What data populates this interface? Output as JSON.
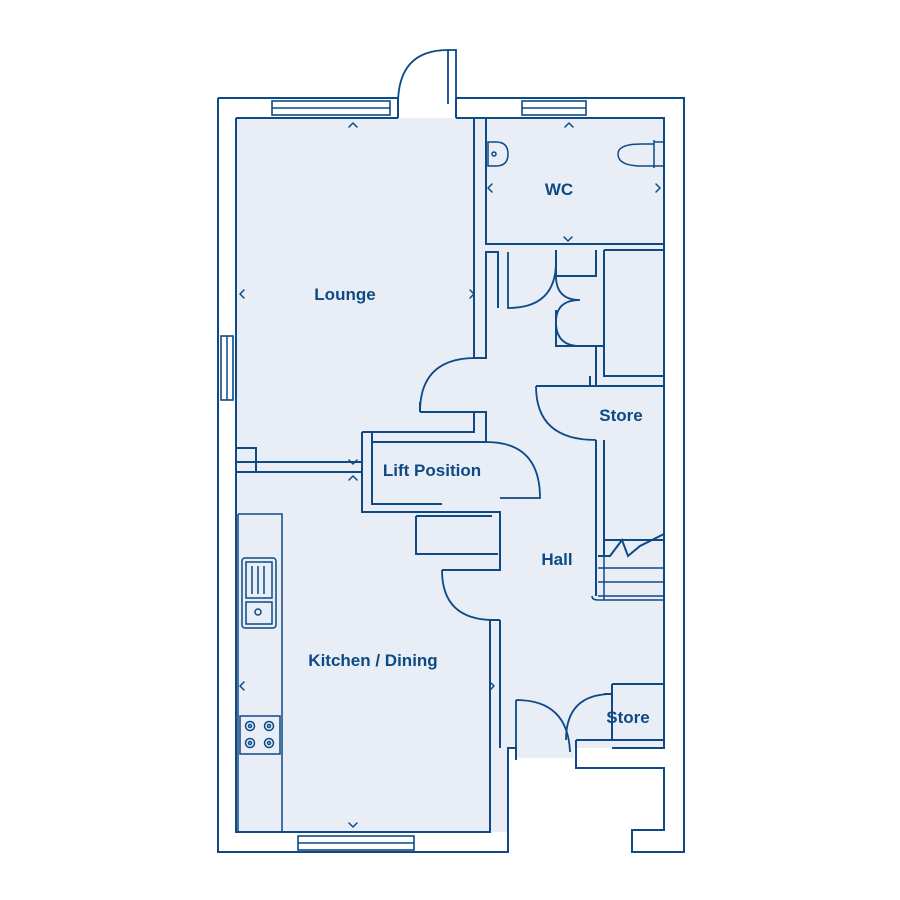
{
  "rooms": {
    "lounge": "Lounge",
    "wc": "WC",
    "store_upper": "Store",
    "lift": "Lift Position",
    "hall": "Hall",
    "kitchen": "Kitchen / Dining",
    "store_lower": "Store"
  },
  "colors": {
    "line": "#0d4a86",
    "floor": "#e8edf6",
    "background": "#ffffff"
  }
}
